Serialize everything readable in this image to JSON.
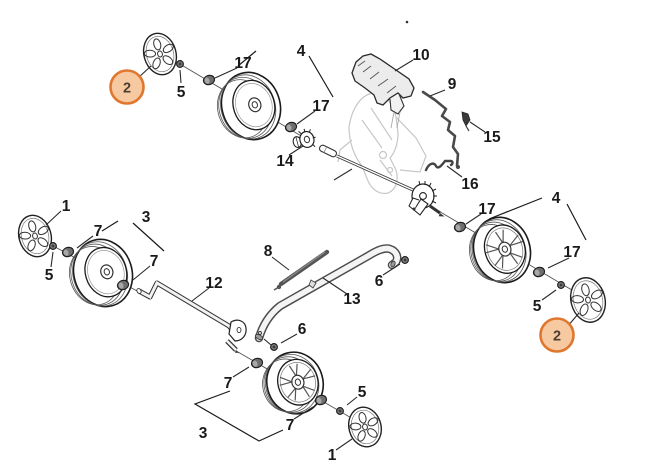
{
  "diagram": {
    "type": "exploded-parts-diagram",
    "subject": "lawn-mower wheel, axle and handle assembly",
    "background": "#ffffff",
    "colors": {
      "line": "#1a1a1a",
      "ghost_outline": "#c7c7c7",
      "rod": "#4a4a4a",
      "badge_fill": "#f6c9a1",
      "badge_stroke": "#e0772f",
      "badge_text": "#4c3e30",
      "label_text": "#1a1a1a"
    },
    "badges": [
      {
        "text": "2"
      },
      {
        "text": "2"
      }
    ],
    "labels": {
      "l5_tl": "5",
      "l17_tl1": "17",
      "l4_tl": "4",
      "l17_tl2": "17",
      "l14": "14",
      "l10": "10",
      "l9": "9",
      "l15": "15",
      "l16": "16",
      "l17_r1": "17",
      "l4_r": "4",
      "l17_r2": "17",
      "l5_r": "5",
      "l1_l": "1",
      "l5_l": "5",
      "l7_l1": "7",
      "l3_l": "3",
      "l7_l2": "7",
      "l12": "12",
      "l8": "8",
      "l13": "13",
      "l6_r": "6",
      "l6_l": "6",
      "l7_b1": "7",
      "l3_b": "3",
      "l7_b2": "7",
      "l5_b": "5",
      "l1_b": "1"
    }
  }
}
